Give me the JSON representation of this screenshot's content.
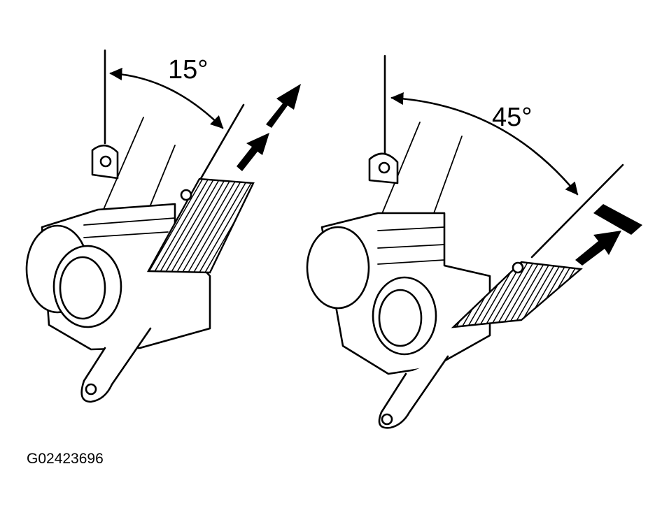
{
  "figure": {
    "left_panel": {
      "angle_label": "15°"
    },
    "right_panel": {
      "angle_label": "45°"
    },
    "figure_code": "G02423696"
  },
  "colors": {
    "ink": "#000000",
    "background": "#ffffff"
  }
}
